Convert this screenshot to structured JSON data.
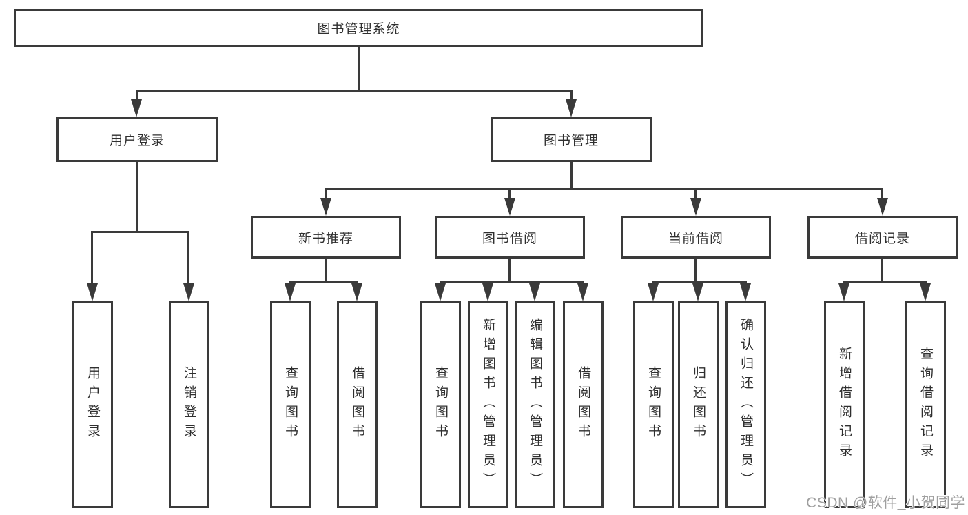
{
  "tree": {
    "root": {
      "label": "图书管理系统"
    },
    "branches": [
      {
        "label": "用户登录",
        "children": [
          {
            "label": "用户登录"
          },
          {
            "label": "注销登录"
          }
        ]
      },
      {
        "label": "图书管理",
        "sections": [
          {
            "label": "新书推荐",
            "children": [
              {
                "label": "查询图书"
              },
              {
                "label": "借阅图书"
              }
            ]
          },
          {
            "label": "图书借阅",
            "children": [
              {
                "label": "查询图书"
              },
              {
                "label": "新增图书（管理员）"
              },
              {
                "label": "编辑图书（管理员）"
              },
              {
                "label": "借阅图书"
              }
            ]
          },
          {
            "label": "当前借阅",
            "children": [
              {
                "label": "查询图书"
              },
              {
                "label": "归还图书"
              },
              {
                "label": "确认归还（管理员）"
              }
            ]
          },
          {
            "label": "借阅记录",
            "children": [
              {
                "label": "新增借阅记录"
              },
              {
                "label": "查询借阅记录"
              }
            ]
          }
        ]
      }
    ]
  },
  "watermark": {
    "text": "CSDN @软件_小贺同学"
  },
  "colors": {
    "line": "#3a3a3a",
    "text": "#2f2f2f",
    "watermark": "#9f9f9f",
    "bg": "#ffffff"
  }
}
